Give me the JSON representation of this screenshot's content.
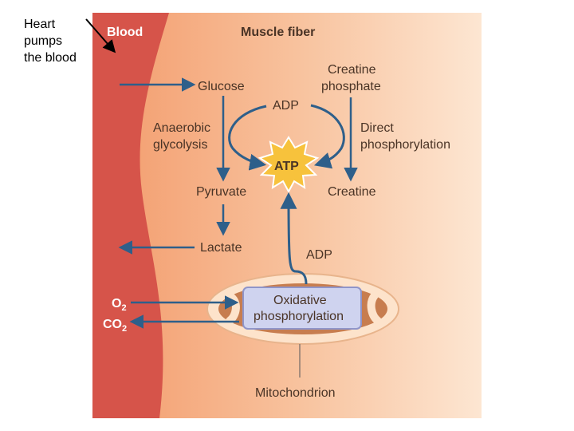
{
  "note": {
    "lines": [
      "Heart",
      "pumps",
      "the blood"
    ]
  },
  "figure": {
    "blood_label": "Blood",
    "muscle_label": "Muscle fiber",
    "glucose": "Glucose",
    "adp_top": "ADP",
    "creatine_phosphate": [
      "Creatine",
      "phosphate"
    ],
    "anaerobic_glycolysis": [
      "Anaerobic",
      "glycolysis"
    ],
    "direct_phosphorylation": [
      "Direct",
      "phosphorylation"
    ],
    "atp": "ATP",
    "pyruvate": "Pyruvate",
    "creatine": "Creatine",
    "lactate": "Lactate",
    "adp_bottom": "ADP",
    "o2_symbol": "O",
    "o2_subscript": "2",
    "co2_symbol": "CO",
    "co2_subscript": "2",
    "oxidative_phosphorylation": [
      "Oxidative",
      "phosphorylation"
    ],
    "mitochondrion": "Mitochondrion"
  },
  "colors": {
    "blood": "#d6544a",
    "muscle_light": "#fbdcc0",
    "muscle_dark": "#f39a6a",
    "arrow": "#2e5f8a",
    "atp_burst": "#f7c23c",
    "oxphos_box": "#cfd3ef",
    "label_text": "#4a3426"
  }
}
